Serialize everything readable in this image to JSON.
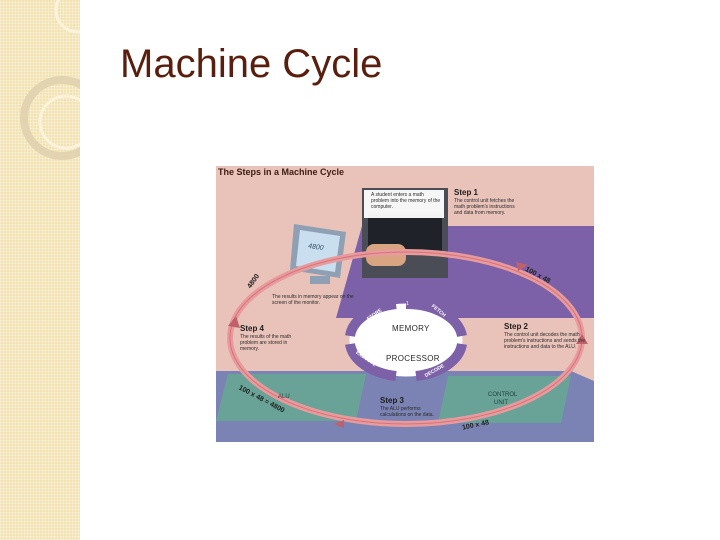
{
  "slide": {
    "title": "Machine Cycle"
  },
  "figure": {
    "title": "The Steps in a Machine Cycle",
    "student_caption": "A student enters a math problem into the memory of the computer.",
    "steps": [
      {
        "head": "Step 1",
        "body": "The control unit fetches the math problem's instructions and data from memory."
      },
      {
        "head": "Step 2",
        "body": "The control unit decodes the math problem's instructions and sends the instructions and data to the ALU."
      },
      {
        "head": "Step 3",
        "body": "The ALU performs calculations on the data."
      },
      {
        "head": "Step 4",
        "body": "The results of the math problem are stored in memory."
      }
    ],
    "monitor_caption": "The results in memory appear on the screen of the monitor.",
    "monitor_screen": "4800",
    "center": {
      "memory": "MEMORY",
      "processor": "PROCESSOR"
    },
    "stages": {
      "fetch": "FETCH",
      "decode": "DECODE",
      "execute": "EXECUTE",
      "store": "STORE"
    },
    "stage_numbers": [
      "1",
      "2",
      "3",
      "4"
    ],
    "boxes": {
      "alu": "ALU",
      "control_unit_line1": "CONTROL",
      "control_unit_line2": "UNIT"
    },
    "calcs": {
      "upper_right": "100 x 48",
      "lower_right": "100 x 48",
      "lower_left": "100 x 48 = 4800",
      "upper_left": "4800"
    }
  }
}
